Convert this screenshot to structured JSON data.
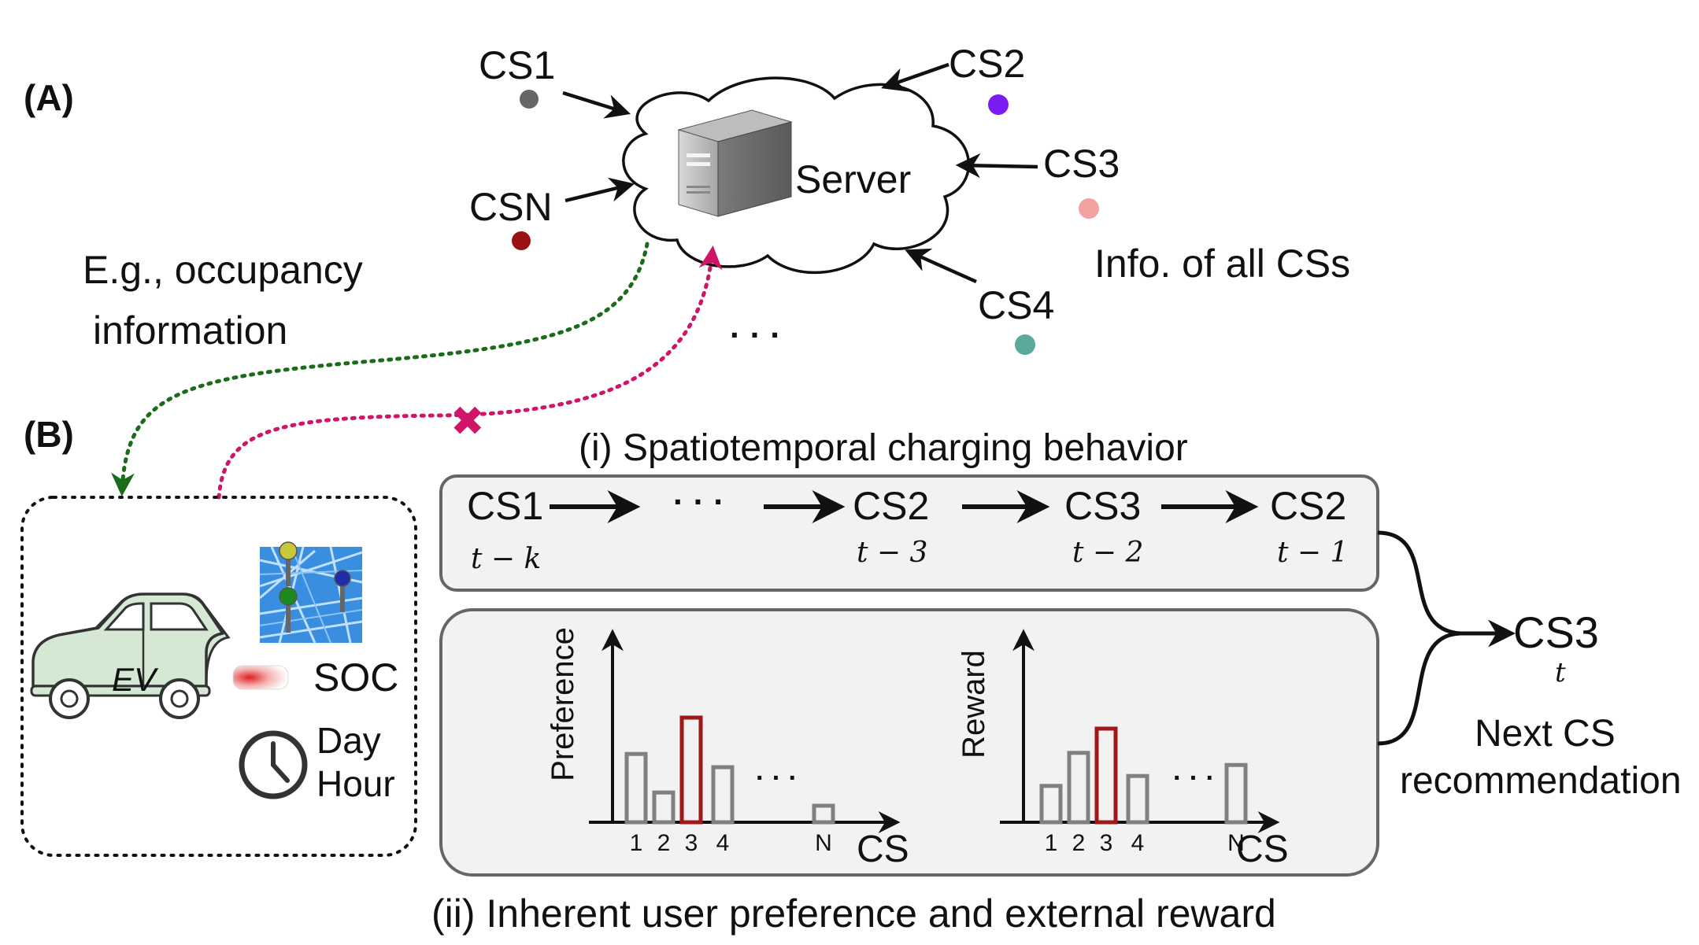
{
  "labels": {
    "panel_a": "(A)",
    "panel_b": "(B)",
    "server": "Server",
    "info_all": "Info. of all CSs",
    "eg_line1": "E.g., occupancy",
    "eg_line2": "information",
    "ellipsis": "· · ·",
    "ev": "EV",
    "soc": "SOC",
    "day": "Day",
    "hour": "Hour",
    "section_i": "(i) Spatiotemporal charging behavior",
    "section_ii": "(ii) Inherent user preference and external reward",
    "next_cs_line1": "Next CS",
    "next_cs_line2": "recommendation",
    "result_cs": "CS3",
    "result_t": "t",
    "cross": "✖"
  },
  "stations": [
    {
      "label": "CS1",
      "color": "#666666"
    },
    {
      "label": "CS2",
      "color": "#7a1bf2"
    },
    {
      "label": "CS3",
      "color": "#f2a0a0"
    },
    {
      "label": "CS4",
      "color": "#5ba89c"
    },
    {
      "label": "CSN",
      "color": "#9b1010"
    }
  ],
  "sequence": [
    {
      "cs": "CS1",
      "t": "t − k"
    },
    {
      "cs": "· · ·",
      "t": ""
    },
    {
      "cs": "CS2",
      "t": "t − 3"
    },
    {
      "cs": "CS3",
      "t": "t − 2"
    },
    {
      "cs": "CS2",
      "t": "t − 1"
    }
  ],
  "chart_data": [
    {
      "type": "bar",
      "ylabel": "Preference",
      "xlabel": "CS",
      "categories": [
        "1",
        "2",
        "3",
        "4",
        "N"
      ],
      "values": [
        0.62,
        0.27,
        0.95,
        0.5,
        0.15
      ],
      "highlight_index": 2,
      "ellipsis": "· · ·"
    },
    {
      "type": "bar",
      "ylabel": "Reward",
      "xlabel": "CS",
      "categories": [
        "1",
        "2",
        "3",
        "4",
        "N"
      ],
      "values": [
        0.33,
        0.63,
        0.85,
        0.42,
        0.52
      ],
      "highlight_index": 2,
      "ellipsis": "· · ·"
    }
  ],
  "colors": {
    "bar_normal": "#808080",
    "bar_highlight": "#a01818",
    "green_arrow": "#1a6b1a",
    "pink_arrow": "#d01468",
    "car_fill": "#d5e8d4",
    "panel_fill": "#f2f2f2"
  }
}
